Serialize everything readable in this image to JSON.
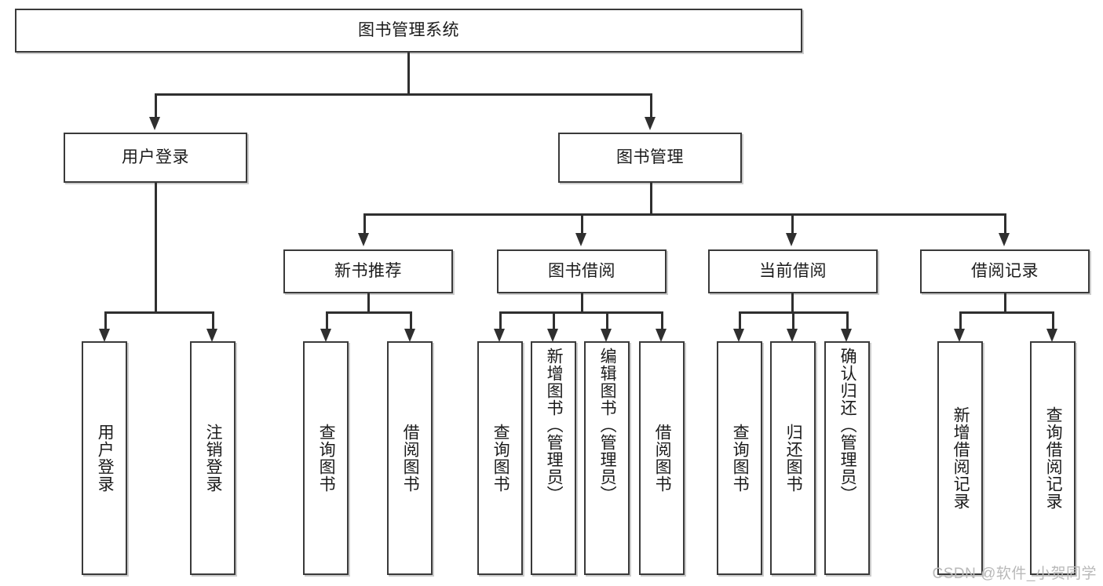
{
  "diagram": {
    "title": "图书管理系统",
    "type": "tree",
    "watermark": "CSDN @软件_小贺同学"
  },
  "nodes": {
    "root": {
      "label": "图书管理系统"
    },
    "level2": [
      {
        "label": "用户登录"
      },
      {
        "label": "图书管理"
      }
    ],
    "level3": [
      {
        "label": "新书推荐"
      },
      {
        "label": "图书借阅"
      },
      {
        "label": "当前借阅"
      },
      {
        "label": "借阅记录"
      }
    ],
    "leaves": {
      "user_login": [
        {
          "label": "用户登录"
        },
        {
          "label": "注销登录"
        }
      ],
      "new_book": [
        {
          "label": "查询图书"
        },
        {
          "label": "借阅图书"
        }
      ],
      "book_borrow": [
        {
          "label": "查询图书"
        },
        {
          "label": "新增图书（管理员）"
        },
        {
          "label": "编辑图书（管理员）"
        },
        {
          "label": "借阅图书"
        }
      ],
      "current_borrow": [
        {
          "label": "查询图书"
        },
        {
          "label": "归还图书"
        },
        {
          "label": "确认归还（管理员）"
        }
      ],
      "borrow_record": [
        {
          "label": "新增借阅记录"
        },
        {
          "label": "查询借阅记录"
        }
      ]
    }
  },
  "colors": {
    "box_border": "#3a3a3a",
    "line": "#2f2f2f",
    "text": "#1b1b1b",
    "background": "#ffffff",
    "watermark": "#b9b9b9"
  }
}
